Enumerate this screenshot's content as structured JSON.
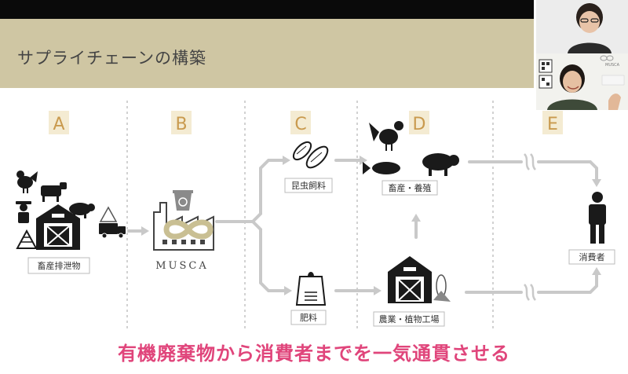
{
  "slide": {
    "title": "サプライチェーンの構築",
    "letters": [
      "A",
      "B",
      "C",
      "D",
      "E"
    ],
    "labels": {
      "livestock_waste": "畜産排泄物",
      "insect_feed": "昆虫飼料",
      "livestock_aquaculture": "畜産・養殖",
      "fertilizer": "肥料",
      "agriculture_plant_factory": "農業・植物工場",
      "consumer": "消費者"
    },
    "musca_logo_text": "MUSCA",
    "tagline": "有機廃棄物から消費者までを一気通貫させる"
  },
  "video": {
    "tile2_logo": "MUSCA"
  },
  "colors": {
    "title_band": "#cfc6a3",
    "letter": "#c99a4e",
    "letter_bg": "#f4ebd2",
    "tagline": "#e0457b",
    "arrow": "#c9c9c9"
  }
}
